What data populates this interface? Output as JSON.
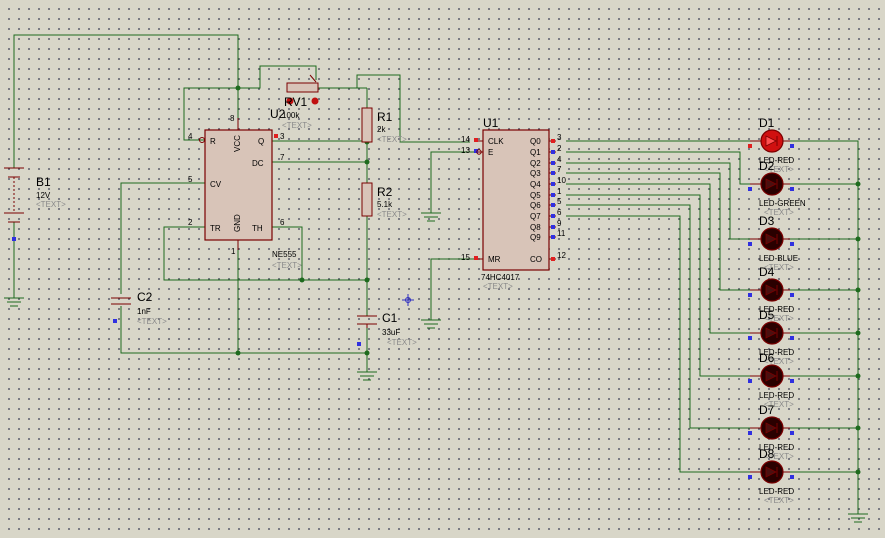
{
  "schematic": {
    "battery": {
      "ref": "B1",
      "value": "12V",
      "text": "<TEXT>"
    },
    "timer": {
      "ref": "U2",
      "part": "NE555",
      "text": "<TEXT>",
      "pins": {
        "R": "R",
        "VCC": "VCC",
        "Q": "Q",
        "DC": "DC",
        "CV": "CV",
        "TR": "TR",
        "GND": "GND",
        "TH": "TH"
      },
      "pin_numbers": {
        "p4": "4",
        "p8": "8",
        "p3": "3",
        "p7": "7",
        "p5": "5",
        "p2": "2",
        "p1": "1",
        "p6": "6"
      }
    },
    "pot": {
      "ref": "RV1",
      "value": "100k",
      "text": "<TEXT>"
    },
    "r1": {
      "ref": "R1",
      "value": "2k",
      "text": "<TEXT>"
    },
    "r2": {
      "ref": "R2",
      "value": "5.1k",
      "text": "<TEXT>"
    },
    "c1": {
      "ref": "C1",
      "value": "33uF",
      "text": "<TEXT>"
    },
    "c2": {
      "ref": "C2",
      "value": "1nF",
      "text": "<TEXT>"
    },
    "counter": {
      "ref": "U1",
      "part": "74HC4017",
      "text": "<TEXT>",
      "left_pins": [
        {
          "name": "CLK",
          "num": "14"
        },
        {
          "name": "E",
          "num": "13"
        },
        {
          "name": "MR",
          "num": "15"
        }
      ],
      "right_pins": [
        {
          "name": "Q0",
          "num": "3"
        },
        {
          "name": "Q1",
          "num": "2"
        },
        {
          "name": "Q2",
          "num": "4"
        },
        {
          "name": "Q3",
          "num": "7"
        },
        {
          "name": "Q4",
          "num": "10"
        },
        {
          "name": "Q5",
          "num": "1"
        },
        {
          "name": "Q6",
          "num": "5"
        },
        {
          "name": "Q7",
          "num": "6"
        },
        {
          "name": "Q8",
          "num": "9"
        },
        {
          "name": "Q9",
          "num": "11"
        },
        {
          "name": "CO",
          "num": "12"
        }
      ]
    },
    "leds": [
      {
        "ref": "D1",
        "label": "LED-RED",
        "text": "<TEXT>"
      },
      {
        "ref": "D2",
        "label": "LED-GREEN",
        "text": "<TEXT>"
      },
      {
        "ref": "D3",
        "label": "LED-BLUE",
        "text": "<TEXT>"
      },
      {
        "ref": "D4",
        "label": "LED-RED",
        "text": "<TEXT>"
      },
      {
        "ref": "D5",
        "label": "LED-RED",
        "text": "<TEXT>"
      },
      {
        "ref": "D6",
        "label": "LED-RED",
        "text": "<TEXT>"
      },
      {
        "ref": "D7",
        "label": "LED-RED",
        "text": "<TEXT>"
      },
      {
        "ref": "D8",
        "label": "LED-RED",
        "text": "<TEXT>"
      }
    ],
    "led_active_index": 0,
    "colors": {
      "wire": "#1e6a1e",
      "component": "#7a0000",
      "chip_fill": "#d8c4b8",
      "background": "#d8d6c8",
      "pin_marker": "#3030e0",
      "led_on": "#d01010"
    }
  }
}
